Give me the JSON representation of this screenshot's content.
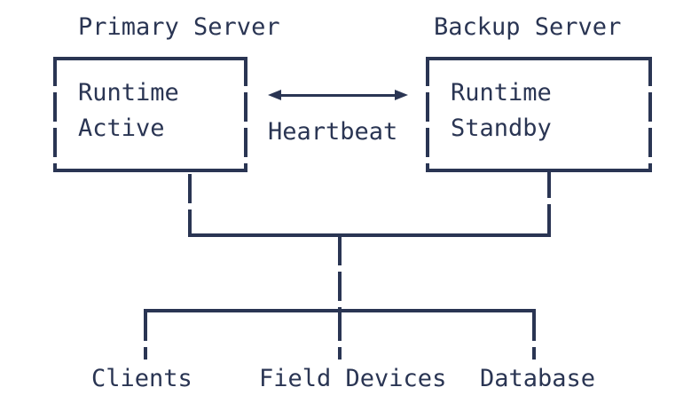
{
  "diagram": {
    "kind": "redundant-server-architecture",
    "background_color": "#ffffff",
    "ink_color": "#2a3553",
    "nodes": {
      "primary": {
        "title": "Primary Server",
        "line1": "Runtime",
        "line2": "Active"
      },
      "backup": {
        "title": "Backup Server",
        "line1": "Runtime",
        "line2": "Standby"
      }
    },
    "links": {
      "heartbeat": {
        "label": "Heartbeat",
        "direction": "bidirectional"
      }
    },
    "leaves": [
      {
        "label": "Clients"
      },
      {
        "label": "Field Devices"
      },
      {
        "label": "Database"
      }
    ]
  }
}
